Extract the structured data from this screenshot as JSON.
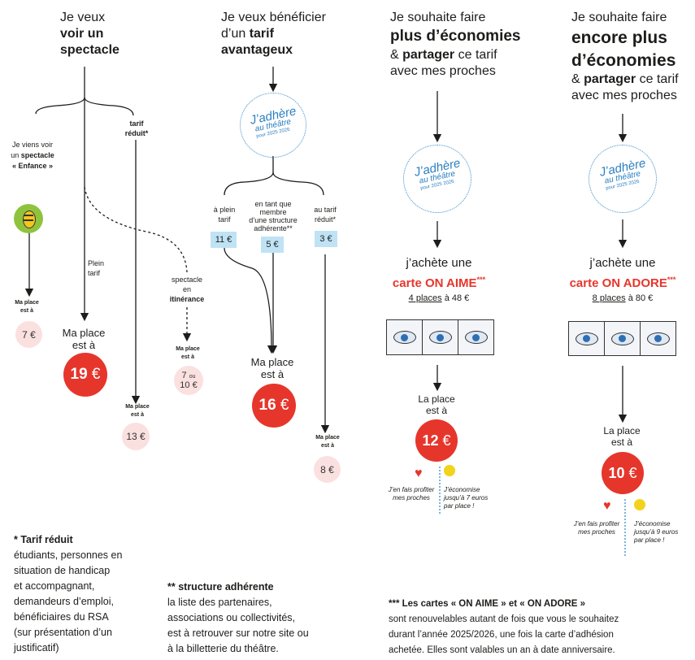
{
  "col1": {
    "heading_line1": "Je veux",
    "heading_bold1": "voir un",
    "heading_bold2": "spectacle",
    "branch_enfance_1": "Je viens voir",
    "branch_enfance_2": "un",
    "branch_enfance_bold": "spectacle",
    "branch_enfance_3": "« Enfance »",
    "branch_reduit_1": "tarif",
    "branch_reduit_2": "réduit*",
    "plein_1": "Plein",
    "plein_2": "tarif",
    "itin_1": "spectacle",
    "itin_2": "en",
    "itin_bold": "itinérance",
    "place_small_1": "Ma place",
    "place_small_2": "est à",
    "price_enfance": "7 €",
    "place_big_1": "Ma place",
    "place_big_2": "est à",
    "price_plein": "19",
    "price_reduit": "13 €",
    "price_itin_a": "7",
    "price_itin_ou": "ou",
    "price_itin_b": "10 €",
    "euro": "€"
  },
  "col2": {
    "heading_line1": "Je veux bénéficier",
    "heading_line2a": "d’un",
    "heading_bold1": "tarif",
    "heading_bold2": "avantageux",
    "opt1_1": "à plein",
    "opt1_2": "tarif",
    "opt2_1": "en tant que",
    "opt2_2": "membre",
    "opt2_3": "d’une structure",
    "opt2_4": "adhérente**",
    "opt3_1": "au tarif",
    "opt3_2": "réduit*",
    "price1": "11 €",
    "price2": "5 €",
    "price3": "3 €",
    "place_1": "Ma place",
    "place_2": "est à",
    "price_big": "16",
    "price_small": "8 €"
  },
  "adhere": {
    "t1": "J’adhère",
    "t2": "au théâtre",
    "t3": "pour 2025 2026"
  },
  "col3": {
    "line1": "Je souhaite faire",
    "bold1": "plus d’économies",
    "amp": "&",
    "bold2": "partager",
    "line3": "ce tarif",
    "line4": "avec mes proches",
    "buy": "j’achète une",
    "card": "carte ON AIME",
    "stars": "***",
    "places_u": "4 places",
    "places_rest": "à 48 €",
    "place_1": "La place",
    "place_2": "est à",
    "price_big": "12",
    "note_left": "J’en fais profiter mes proches",
    "note_right": "J’économise jusqu’à 7 euros par place !"
  },
  "col4": {
    "line1": "Je souhaite faire",
    "bold1": "encore plus",
    "bold2": "d’économies",
    "amp": "&",
    "bold3": "partager",
    "line3": "ce tarif",
    "line4": "avec mes proches",
    "buy": "j’achète une",
    "card": "carte ON ADORE",
    "stars": "***",
    "places_u": "8 places",
    "places_rest": "à 80 €",
    "place_1": "La place",
    "place_2": "est à",
    "price_big": "10",
    "note_left": "J’en fais profiter mes proches",
    "note_right": "J’économise jusqu’à 9 euros par place !"
  },
  "footnotes": {
    "f1_title": "* Tarif réduit",
    "f1_lines": [
      "étudiants, personnes en",
      "situation de handicap",
      "et accompagnant,",
      "demandeurs d’emploi,",
      "bénéficiaires du RSA",
      "(sur présentation d’un",
      "justificatif)"
    ],
    "f2_title": "** structure adhérente",
    "f2_lines": [
      "la liste des partenaires,",
      "associations ou collectivités,",
      "est à retrouver sur notre site ou",
      "à la billetterie du théâtre."
    ],
    "f3_title": "*** Les cartes « ON AIME » et « ON ADORE »",
    "f3_lines": [
      "sont renouvelables autant de fois que vous le souhaitez",
      "durant l’année 2025/2026, une fois la carte d’adhésion",
      "achetée. Elles sont valables un an à date anniversaire."
    ]
  },
  "colors": {
    "red": "#e6362c",
    "pink": "#fbe0e0",
    "blue_box": "#bfe3f4",
    "blue_text": "#2a7fc1",
    "heart": "#e6362c",
    "sun": "#f3d21b"
  }
}
